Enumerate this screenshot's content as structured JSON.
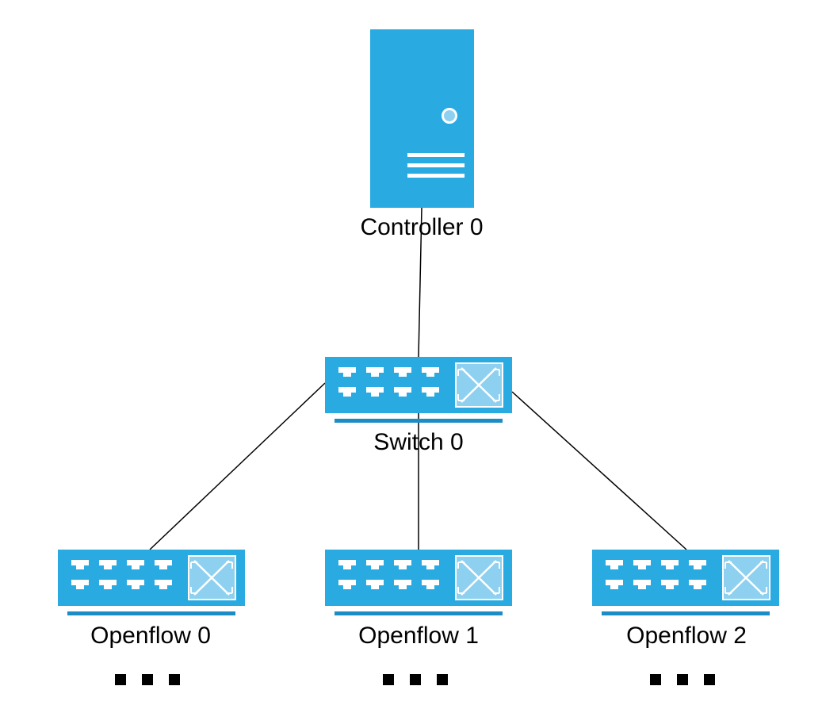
{
  "colors": {
    "device_blue": "#29abe2",
    "device_dark_blue": "#1b8cc4",
    "crossbox_fill": "#8ed0ef",
    "line": "#000000"
  },
  "nodes": {
    "controller": {
      "label": "Controller 0",
      "icon": "server-icon"
    },
    "switch": {
      "label": "Switch 0",
      "icon": "network-switch-icon"
    },
    "openflow": [
      {
        "label": "Openflow 0",
        "icon": "network-switch-icon"
      },
      {
        "label": "Openflow 1",
        "icon": "network-switch-icon"
      },
      {
        "label": "Openflow 2",
        "icon": "network-switch-icon"
      }
    ]
  },
  "continuation_marker": "ellipsis-dots"
}
